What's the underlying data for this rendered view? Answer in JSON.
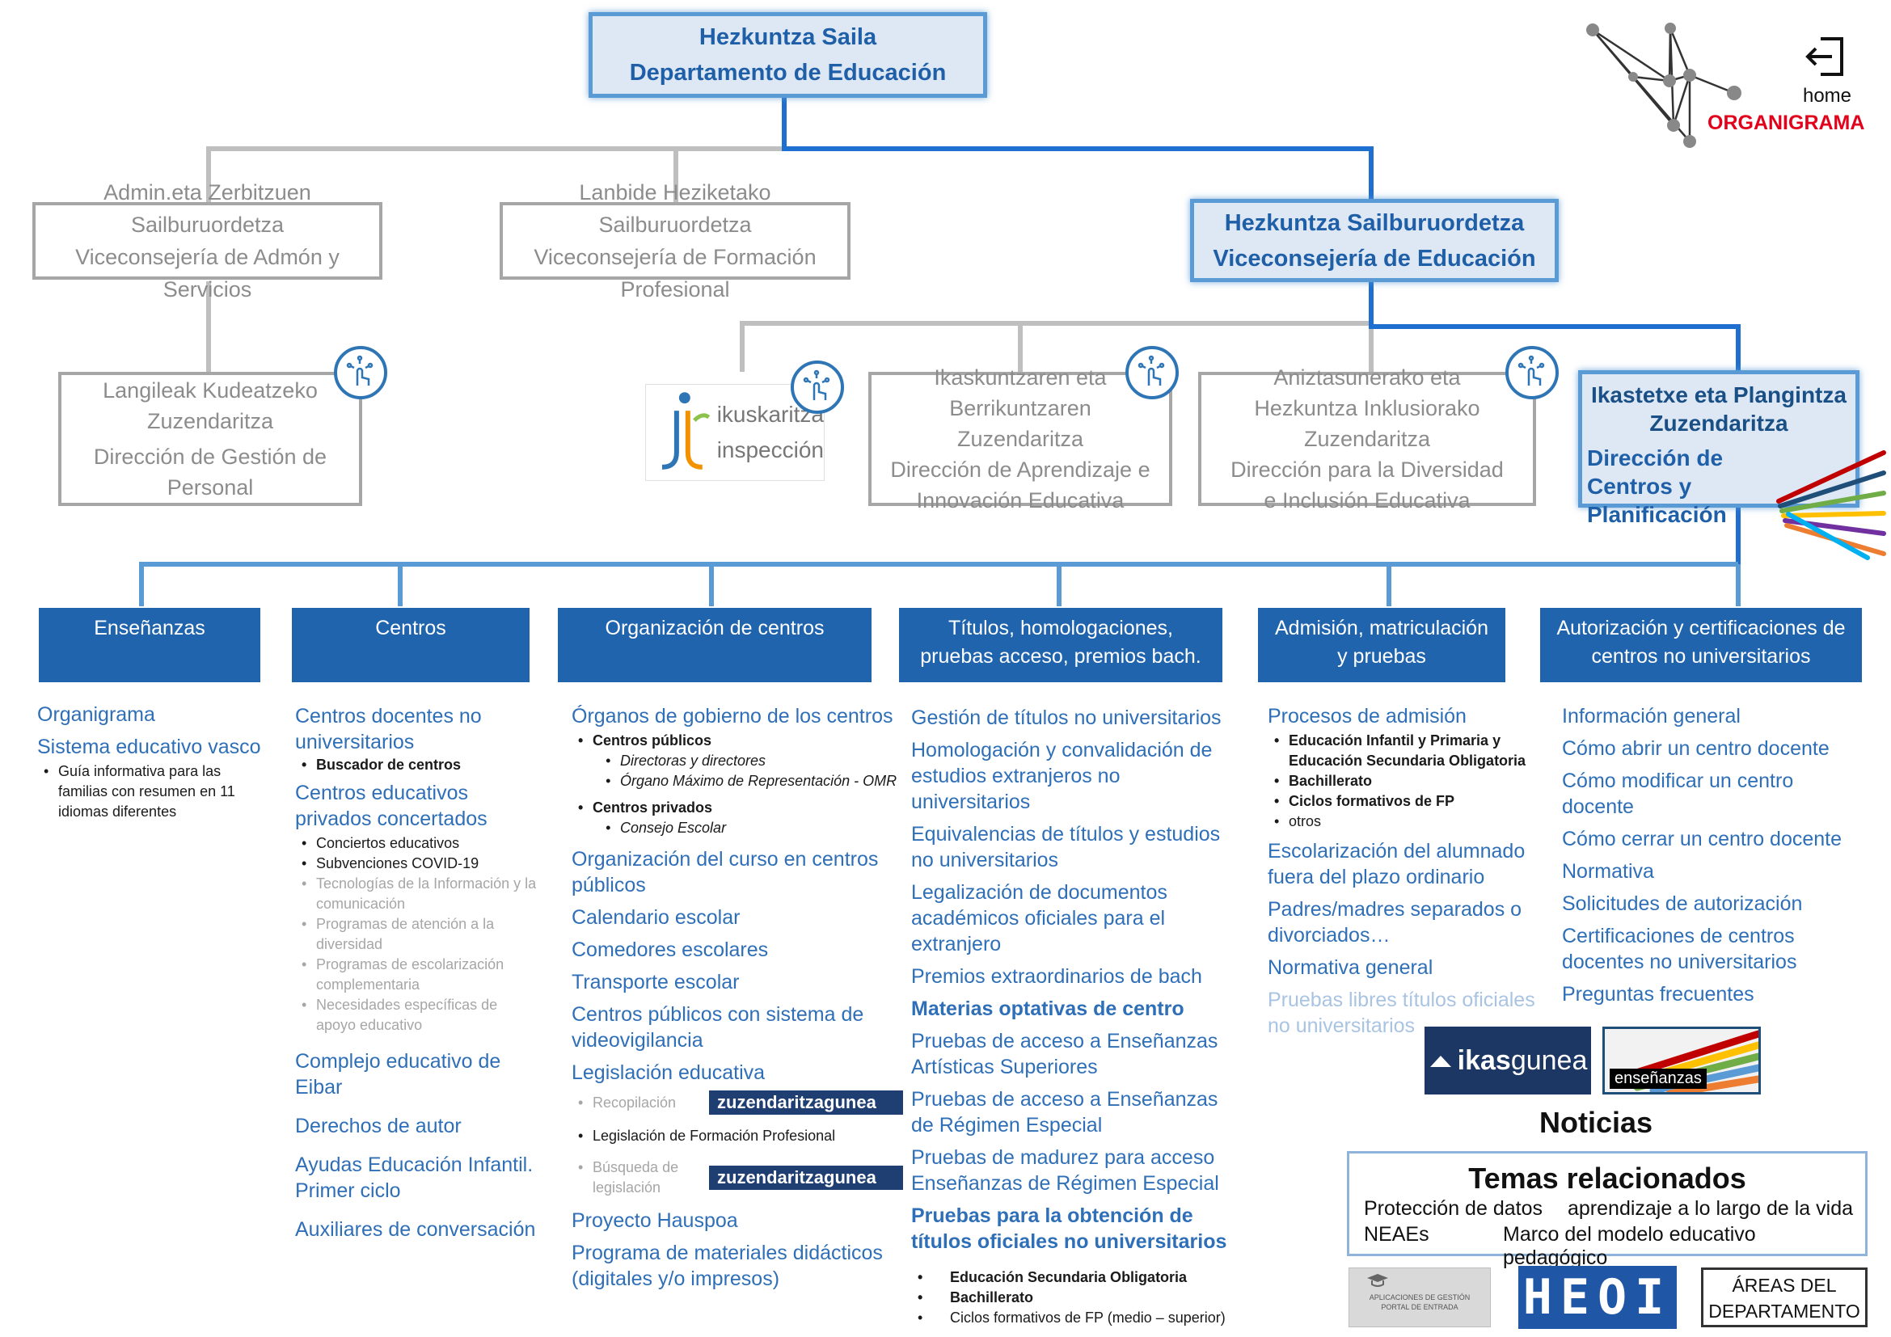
{
  "top": {
    "line1": "Hezkuntza Saila",
    "line2": "Departamento de Educación"
  },
  "home": {
    "label": "home"
  },
  "brand": {
    "title": "ORGANIGRAMA",
    "color": "#e3001b"
  },
  "colors": {
    "accent": "#1f64ad",
    "link": "#2f6fb7",
    "grey": "#a6a6a6",
    "highlight": "#5b9bd5"
  },
  "vice": [
    {
      "eu": "Admin.eta Zerbitzuen Sailburuordetza",
      "es": "Viceconsejería de Admón y Servicios"
    },
    {
      "eu": "Lanbide Heziketako Sailburuordetza",
      "es": "Viceconsejería de Formación Profesional"
    },
    {
      "eu": "Hezkuntza Sailburuordetza",
      "es": "Viceconsejería de Educación"
    }
  ],
  "directions": [
    {
      "eu": "Langileak Kudeatzeko Zuzendaritza",
      "es": "Dirección de Gestión de Personal"
    },
    {
      "eu1": "ikuskaritza",
      "es1": "inspección"
    },
    {
      "eu": "Ikaskuntzaren eta Berrikuntzaren  Zuzendaritza",
      "es": "Dirección de Aprendizaje e Innovación Educativa"
    },
    {
      "eu": "Aniztasunerako eta Hezkuntza Inklusiorako Zuzendaritza",
      "es": "Dirección para la Diversidad e Inclusión Educativa"
    },
    {
      "eu": "Ikastetxe eta Plangintza Zuzendaritza",
      "es": "Dirección de Centros y Planificación"
    }
  ],
  "headers": [
    "Enseñanzas",
    "Centros",
    "Organización de centros",
    "Títulos, homologaciones, pruebas acceso, premios bach.",
    "Admisión, matriculación y pruebas",
    "Autorización y certificaciones de centros no universitarios"
  ],
  "col1": {
    "links": [
      "Organigrama",
      "Sistema educativo vasco"
    ],
    "sub": "Guía informativa para las familias con resumen en 11 idiomas diferentes"
  },
  "col2": {
    "l1": "Centros docentes no universitarios",
    "s1": "Buscador de centros",
    "l2": "Centros educativos privados concertados",
    "s2": [
      "Conciertos educativos",
      "Subvenciones COVID-19"
    ],
    "s2g": [
      "Tecnologías de la Información y la comunicación",
      "Programas de atención a la diversidad",
      "Programas de escolarización complementaria",
      "Necesidades específicas de apoyo educativo"
    ],
    "l3": [
      "Complejo educativo de Eibar",
      "Derechos de autor",
      "Ayudas Educación Infantil. Primer ciclo",
      "Auxiliares de conversación"
    ]
  },
  "col3": {
    "l1": "Órganos de gobierno de los centros",
    "pub": "Centros públicos",
    "pub_items": [
      "Directoras y directores",
      "Órgano Máximo de Representación - OMR"
    ],
    "priv": "Centros privados",
    "priv_items": [
      "Consejo Escolar"
    ],
    "links": [
      "Organización del curso en centros públicos",
      "Calendario escolar",
      "Comedores escolares",
      "Transporte escolar",
      "Centros públicos con sistema de videovigilancia",
      "Legislación educativa"
    ],
    "recop": "Recopilación",
    "legfp": "Legislación de Formación Profesional",
    "busq": "Búsqueda de legislación",
    "zgun": "zuzendaritzagunea",
    "links2": [
      "Proyecto Hauspoa",
      "Programa de materiales didácticos (digitales y/o impresos)"
    ]
  },
  "col4": {
    "links": [
      "Gestión de títulos no universitarios",
      "Homologación y convalidación de estudios extranjeros no universitarios",
      "Equivalencias de títulos y estudios no universitarios",
      "Legalización de documentos académicos oficiales para el extranjero",
      "Premios extraordinarios de bach"
    ],
    "bold1": "Materias optativas de centro",
    "links2": [
      "Pruebas de acceso a Enseñanzas Artísticas Superiores",
      "Pruebas de acceso a Enseñanzas de Régimen Especial",
      "Pruebas de madurez para acceso Enseñanzas de Régimen Especial"
    ],
    "bold2": "Pruebas para la obtención de títulos oficiales no universitarios",
    "subs": [
      "Educación Secundaria Obligatoria",
      "Bachillerato",
      "Ciclos formativos de FP (medio – superior)"
    ]
  },
  "col5": {
    "l1": "Procesos de admisión",
    "subs": [
      "Educación Infantil y Primaria y Educación Secundaria Obligatoria",
      "Bachillerato",
      "Ciclos formativos de FP"
    ],
    "sub_plain": "otros",
    "links": [
      "Escolarización del alumnado fuera del plazo ordinario",
      "Padres/madres separados o divorciados…",
      "Normativa general"
    ],
    "muted": "Pruebas libres títulos oficiales no universitarios"
  },
  "col6": {
    "links": [
      "Información general",
      "Cómo abrir un centro docente",
      "Cómo modificar un centro docente",
      "Cómo cerrar un centro docente",
      "Normativa",
      "Solicitudes de autorización",
      "Certificaciones de centros docentes no universitarios",
      "Preguntas frecuentes"
    ]
  },
  "ikasgunea": {
    "a": "ikas",
    "b": "gunea"
  },
  "ensenanzas_tile": "enseñanzas",
  "noticias": "Noticias",
  "temas": {
    "title": "Temas relacionados",
    "items": [
      "Protección de datos",
      "aprendizaje a lo largo de la vida",
      "NEAEs",
      "Marco del modelo educativo pedagógico"
    ]
  },
  "portal": {
    "line1": "APLICACIONES DE GESTIÓN",
    "line2": "PORTAL DE ENTRADA"
  },
  "heoi": "HEOI",
  "areas": {
    "line1": "ÁREAS DEL",
    "line2": "DEPARTAMENTO"
  }
}
